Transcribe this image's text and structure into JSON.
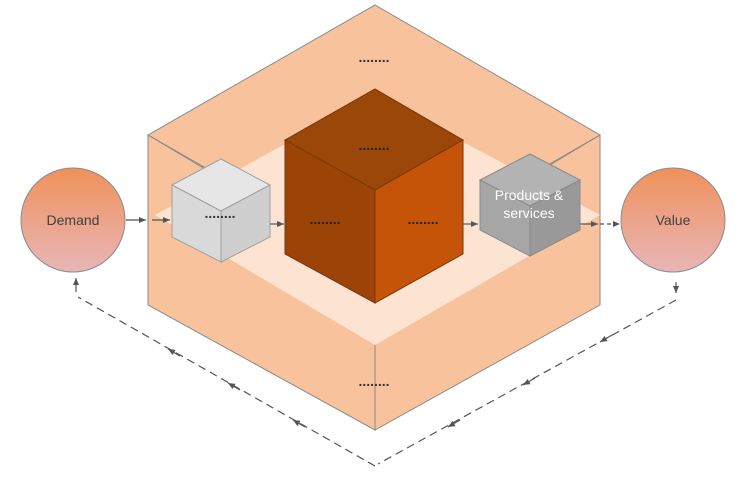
{
  "nodes": {
    "demand": "Demand",
    "value": "Value",
    "products_services": [
      "Products &",
      "services"
    ],
    "outer_top": "........",
    "outer_bottom": "........",
    "small_cube": "........",
    "big_cube_top": "........",
    "big_cube_left": "........",
    "big_cube_right": "........"
  },
  "colors": {
    "outer_box": "#f8c39c",
    "inner_plane": "#fde4d2",
    "big_cube_top": "#9a4709",
    "big_cube_left": "#9c4308",
    "big_cube_right": "#c55409",
    "small_cube": "#d9d9d9",
    "gray_cube": "#a6a6a6",
    "circle_top": "#f0915a",
    "circle_bottom": "#e8b4b4"
  }
}
